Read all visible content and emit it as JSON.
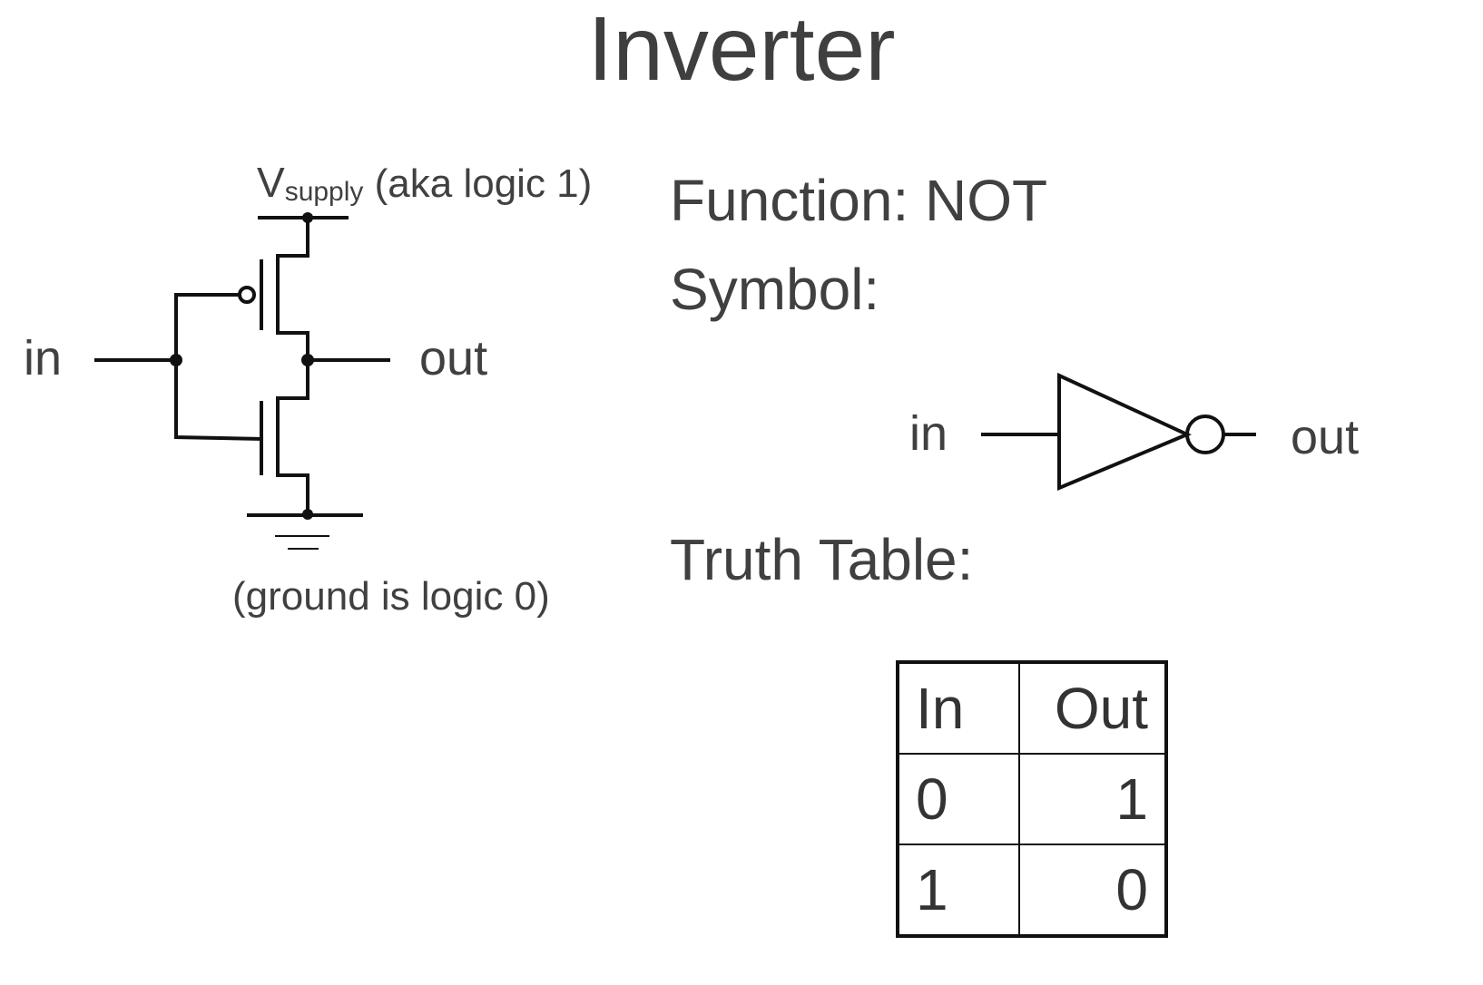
{
  "title": "Inverter",
  "schematic": {
    "supply_v": "V",
    "supply_sub": "supply",
    "supply_note": " (aka logic 1)",
    "ground_note": "(ground is logic 0)",
    "input_label": "in",
    "output_label": "out"
  },
  "function": {
    "label": "Function: NOT"
  },
  "symbol": {
    "heading": "Symbol:",
    "input_label": "in",
    "output_label": "out"
  },
  "truth_table": {
    "heading": "Truth Table:",
    "columns": [
      "In",
      "Out"
    ],
    "rows": [
      [
        "0",
        "1"
      ],
      [
        "1",
        "0"
      ]
    ]
  }
}
